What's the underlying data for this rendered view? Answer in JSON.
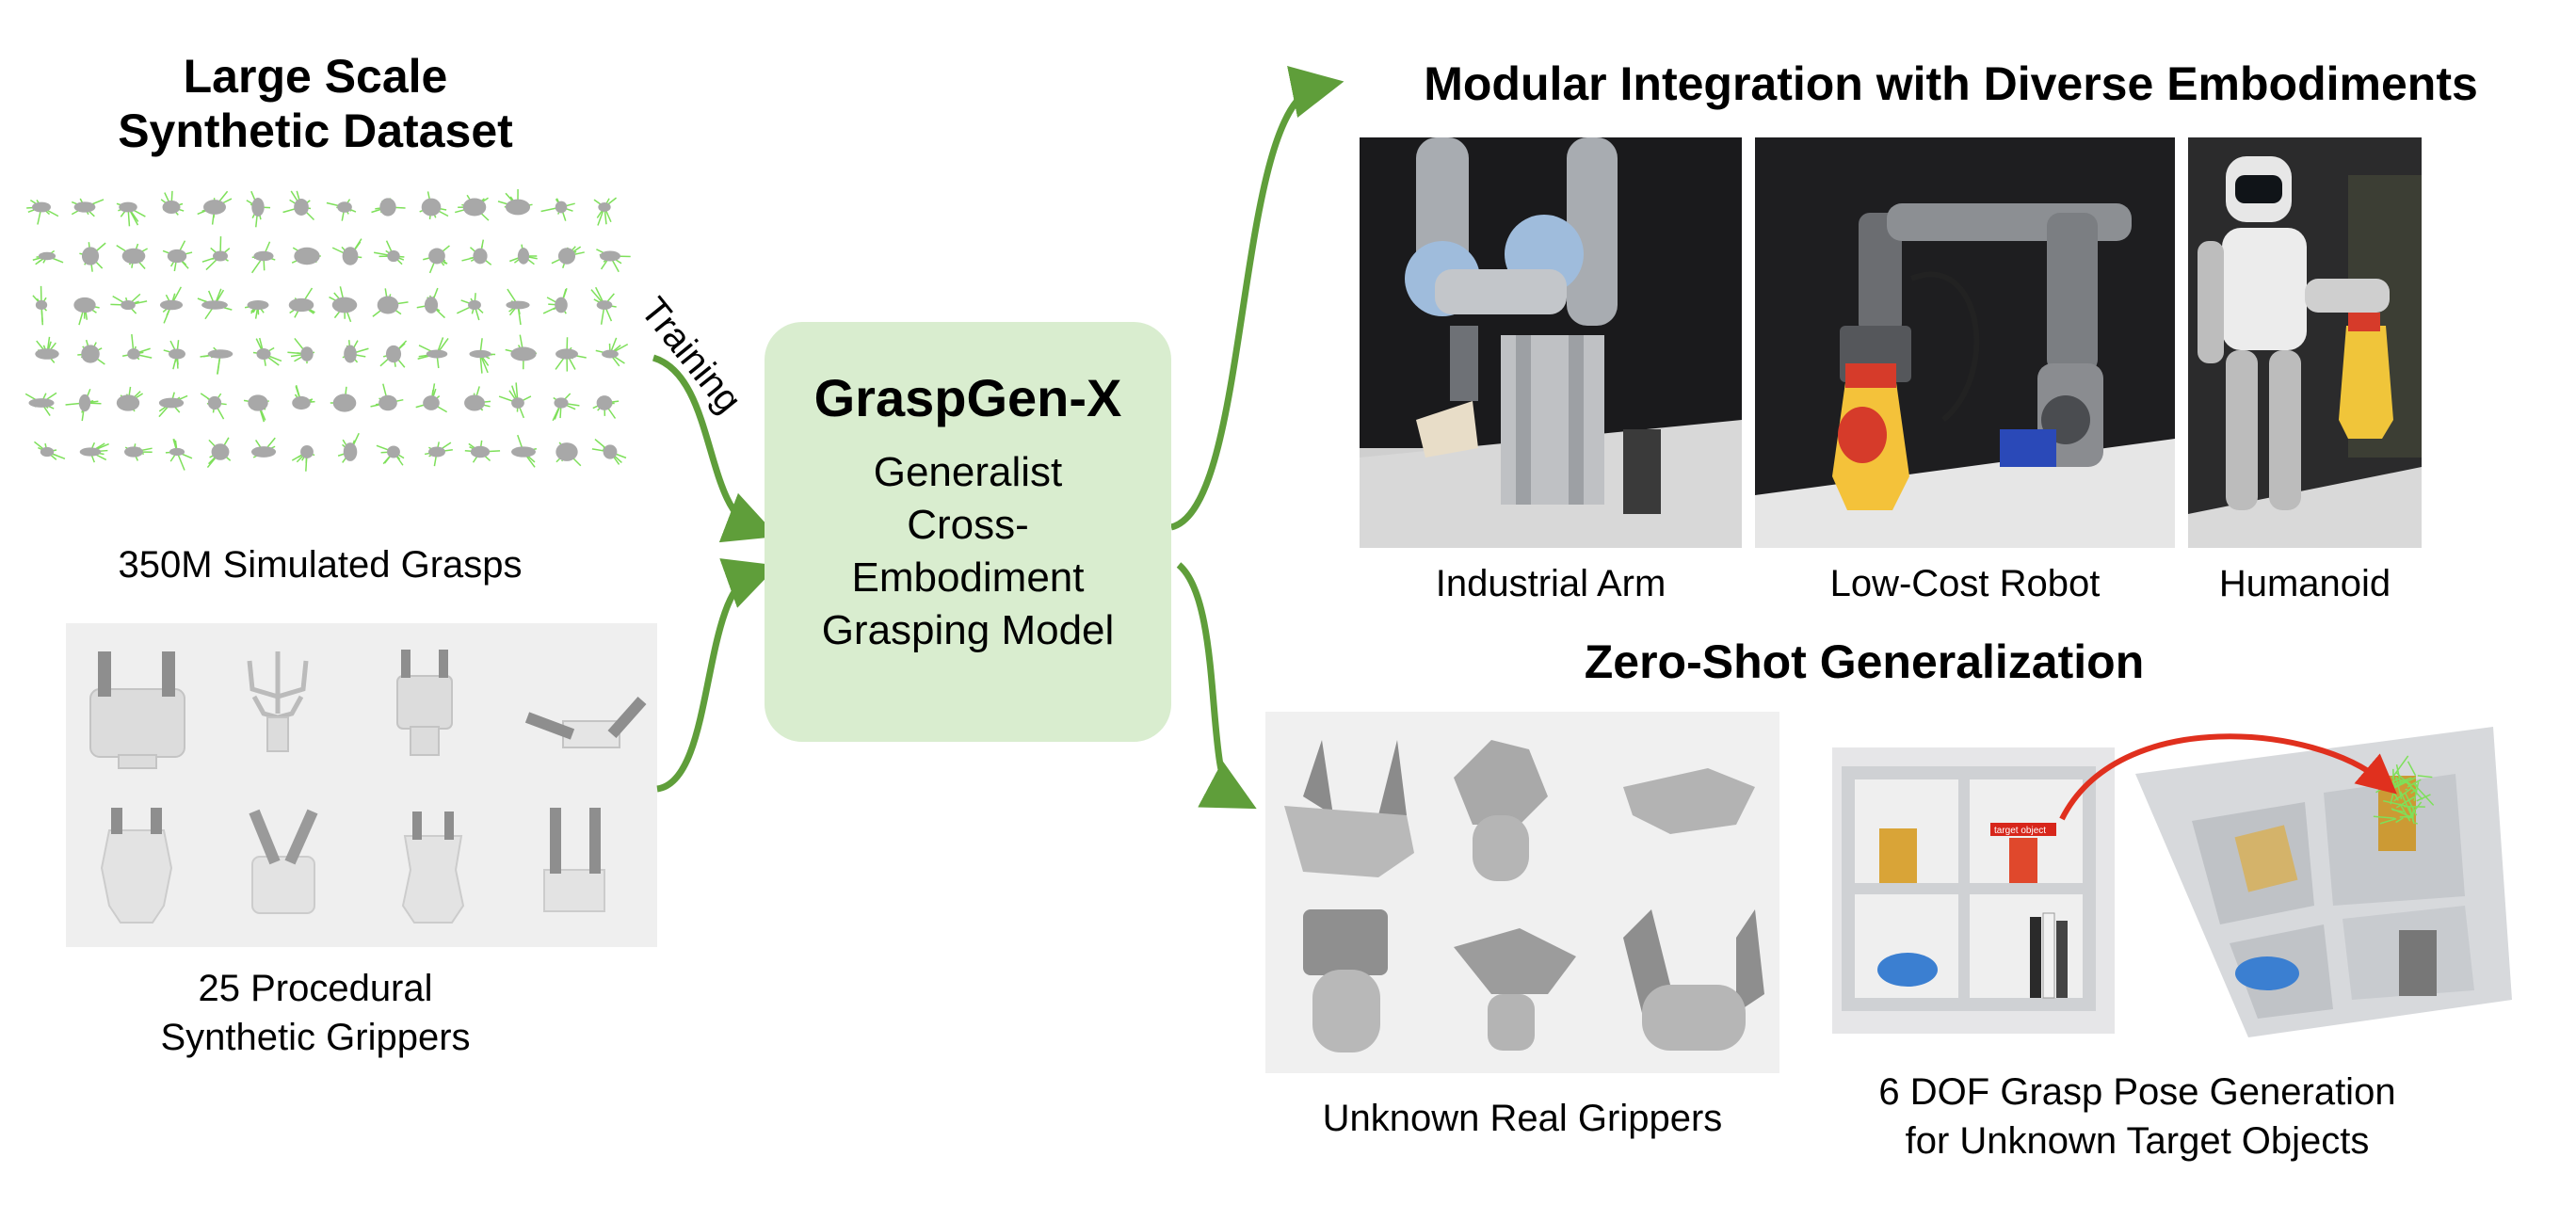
{
  "dataset": {
    "title_line1": "Large Scale",
    "title_line2": "Synthetic Dataset",
    "grasps_caption": "350M Simulated Grasps",
    "grippers_caption_line1": "25 Procedural",
    "grippers_caption_line2": "Synthetic Grippers"
  },
  "training_label": "Training",
  "model": {
    "name": "GraspGen-X",
    "desc_line1": "Generalist",
    "desc_line2": "Cross-",
    "desc_line3": "Embodiment",
    "desc_line4": "Grasping Model"
  },
  "modular": {
    "title": "Modular Integration with Diverse Embodiments",
    "robots": [
      "Industrial Arm",
      "Low-Cost Robot",
      "Humanoid"
    ]
  },
  "zero_shot": {
    "title": "Zero-Shot Generalization",
    "real_grippers_caption": "Unknown Real Grippers",
    "pose_caption_line1": "6 DOF Grasp Pose Generation",
    "pose_caption_line2": "for Unknown Target Objects",
    "target_label": "target object"
  },
  "colors": {
    "arrow_green": "#5f9e3a",
    "model_box": "#d9edcf",
    "grasp_green": "#7ee05a",
    "red_arrow": "#e0301e"
  }
}
